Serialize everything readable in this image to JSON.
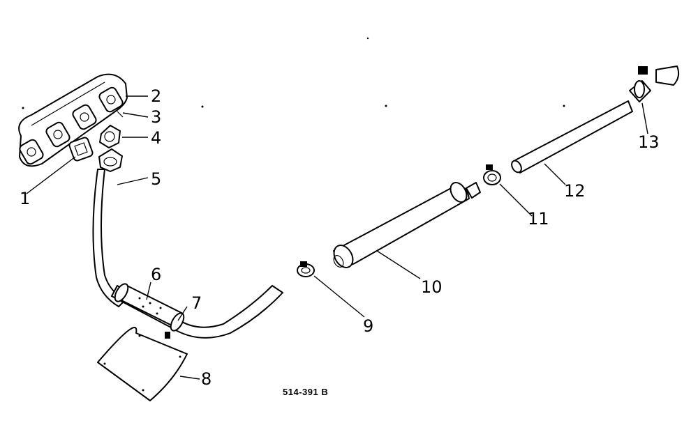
{
  "callouts": [
    {
      "id": "1",
      "label": "1"
    },
    {
      "id": "2",
      "label": "2"
    },
    {
      "id": "3",
      "label": "3"
    },
    {
      "id": "4",
      "label": "4"
    },
    {
      "id": "5",
      "label": "5"
    },
    {
      "id": "6",
      "label": "6"
    },
    {
      "id": "7",
      "label": "7"
    },
    {
      "id": "8",
      "label": "8"
    },
    {
      "id": "9",
      "label": "9"
    },
    {
      "id": "10",
      "label": "10"
    },
    {
      "id": "11",
      "label": "11"
    },
    {
      "id": "12",
      "label": "12"
    },
    {
      "id": "13",
      "label": "13"
    }
  ],
  "reference_code": "514-391 B"
}
